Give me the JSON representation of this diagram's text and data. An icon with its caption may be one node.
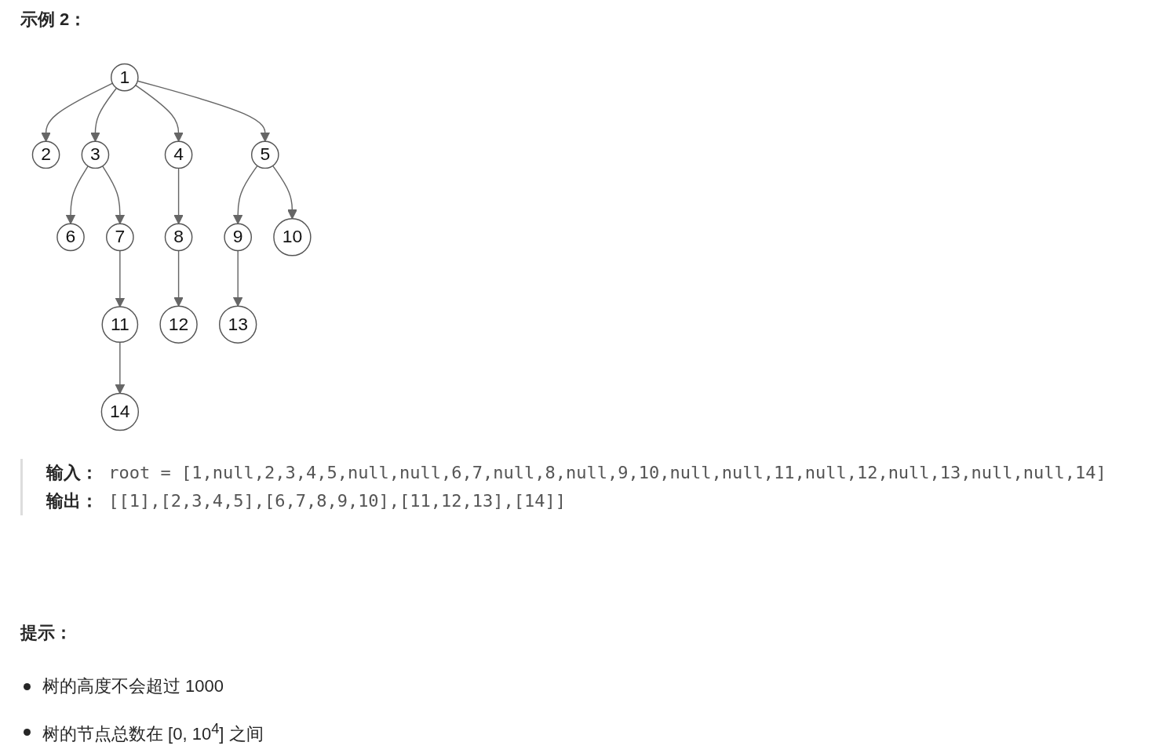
{
  "diagram": {
    "title": "示例 2：",
    "nodes": [
      {
        "text": [
          "1"
        ]
      },
      {
        "text": [
          "2"
        ]
      },
      {
        "text": [
          "3"
        ]
      },
      {
        "text": [
          "4"
        ]
      },
      {
        "text": [
          "5"
        ]
      },
      {
        "text": [
          "6"
        ]
      },
      {
        "text": [
          "7"
        ]
      },
      {
        "text": [
          "8"
        ]
      },
      {
        "text": [
          "9"
        ]
      },
      {
        "text": [
          "10"
        ]
      },
      {
        "text": [
          "11"
        ]
      },
      {
        "text": [
          "12"
        ]
      },
      {
        "text": [
          "13"
        ]
      },
      {
        "text": [
          "14"
        ]
      }
    ],
    "edges": [
      {
        "from": 0,
        "to": 1,
        "arrow": "to"
      },
      {
        "from": 0,
        "to": 2,
        "arrow": "to"
      },
      {
        "from": 0,
        "to": 3,
        "arrow": "to"
      },
      {
        "from": 0,
        "to": 4,
        "arrow": "to"
      },
      {
        "from": 2,
        "to": 5,
        "arrow": "to"
      },
      {
        "from": 2,
        "to": 6,
        "arrow": "to"
      },
      {
        "from": 3,
        "to": 7,
        "arrow": "to"
      },
      {
        "from": 4,
        "to": 8,
        "arrow": "to"
      },
      {
        "from": 4,
        "to": 9,
        "arrow": "to"
      },
      {
        "from": 6,
        "to": 10,
        "arrow": "to"
      },
      {
        "from": 7,
        "to": 11,
        "arrow": "to"
      },
      {
        "from": 8,
        "to": 12,
        "arrow": "to"
      },
      {
        "from": 10,
        "to": 13,
        "arrow": "to"
      }
    ],
    "labels": [
      "**输入：** root = [1,null,2,3,4,5,null,null,6,7,null,8,null,9,10,null,null,11,null,12,null,13,null,null,14]",
      "**输出：** [[1],[2,3,4,5],[6,7,8,9,10],[11,12,13],[14]]",
      "提示：",
      "树的高度不会超过 1000",
      "树的节点总数在 [0, 10$^{4}$] 之间"
    ]
  }
}
